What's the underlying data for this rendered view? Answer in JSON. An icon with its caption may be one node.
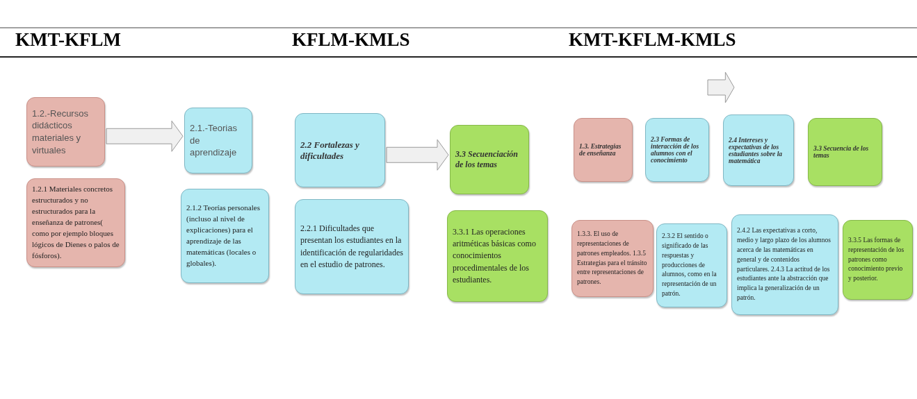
{
  "diagram": {
    "nodes": [
      {
        "text": [
          "1.2.-Recursos didácticos materiales y virtuales"
        ]
      },
      {
        "text": [
          "1.2.1 Materiales concretos estructurados y no estructurados para la enseñanza de patrones( como por ejemplo bloques lógicos de Dienes o palos de fósforos)."
        ]
      },
      {
        "text": [
          "2.1.-Teorias de aprendizaje"
        ]
      },
      {
        "text": [
          "2.1.2 Teorías personales (incluso al nivel de explicaciones) para el aprendizaje de las matemáticas (locales o globales)."
        ]
      },
      {
        "text": [
          "2.2 Fortalezas y dificultades"
        ]
      },
      {
        "text": [
          "2.2.1 Dificultades que presentan los estudiantes en la identificación de regularidades en el estudio de patrones."
        ]
      },
      {
        "text": [
          "3.3 Secuenciación de los temas"
        ]
      },
      {
        "text": [
          "3.3.1 Las operaciones aritméticas básicas como conocimientos procedimentales de los estudiantes."
        ]
      },
      {
        "text": [
          "1.3. Estrategias de enseñanza"
        ]
      },
      {
        "text": [
          "2.3 Formas de interacción de los alumnos con el conocimiento"
        ]
      },
      {
        "text": [
          "2.4 Intereses y expectativas de los estudiantes sobre la matemática"
        ]
      },
      {
        "text": [
          "3.3 Secuencia de los temas"
        ]
      },
      {
        "text": [
          "1.3.3. El uso de representaciones de patrones empleados. 1.3.5 Estrategias para el tránsito entre representaciones de patrones."
        ]
      },
      {
        "text": [
          "2.3.2 El sentido o significado de las respuestas y producciones de alumnos, como en la representación de un patrón."
        ]
      },
      {
        "text": [
          "2.4.2 Las expectativas a corto, medio y largo plazo de los alumnos acerca de las matemáticas en general y de contenidos particulares. 2.4.3 La actitud de los estudiantes ante la abstracción que implica la generalización de un patrón."
        ]
      },
      {
        "text": [
          "3.3.5 Las formas de representación de los patrones como conocimiento previo y posterior."
        ]
      }
    ],
    "edges": [
      {
        "from": 0,
        "to": 2,
        "arrow": "to"
      },
      {
        "from": 4,
        "to": 6,
        "arrow": "to"
      }
    ],
    "labels": [
      "KMT-KFLM",
      "KFLM-KMLS",
      "KMT-KFLM-KMLS"
    ]
  }
}
